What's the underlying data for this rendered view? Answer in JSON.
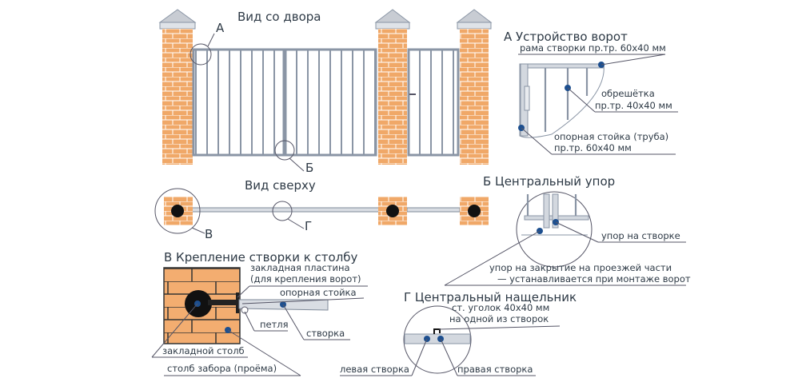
{
  "main_view": {
    "title": "Вид со двора",
    "marker_a": "А",
    "marker_b": "Б"
  },
  "top_view": {
    "title": "Вид сверху",
    "marker_v": "В",
    "marker_g": "Г"
  },
  "detail_a": {
    "title": "А Устройство ворот",
    "frame": "рама створки пр.тр. 60x40 мм",
    "lathing_1": "обрешётка",
    "lathing_2": "пр.тр. 40x40 мм",
    "post_1": "опорная стойка (труба)",
    "post_2": "пр.тр. 60x40 мм"
  },
  "detail_b": {
    "title": "Б Центральный упор",
    "leaf_stop": "упор на створке",
    "close_stop_1": "упор на закрытие на проезжей части",
    "close_stop_2": "— устанавливается при монтаже ворот"
  },
  "detail_v": {
    "title": "В  Крепление створки к столбу",
    "plate_1": "закладная пластина",
    "plate_2": "(для крепления ворот)",
    "support": "опорная стойка",
    "hinge": "петля",
    "leaf": "створка",
    "embedded_post": "закладной столб",
    "fence_post": "столб забора (проёма)"
  },
  "detail_g": {
    "title": "Г Центральный нащельник",
    "angle_1": "ст. уголок 40x40 мм",
    "angle_2": "на одной из створок",
    "left_leaf": "левая створка",
    "right_leaf": "правая створка"
  },
  "colors": {
    "brick": "#f0a868",
    "marker": "#1d4f8f",
    "metal": "#8a95a5"
  }
}
